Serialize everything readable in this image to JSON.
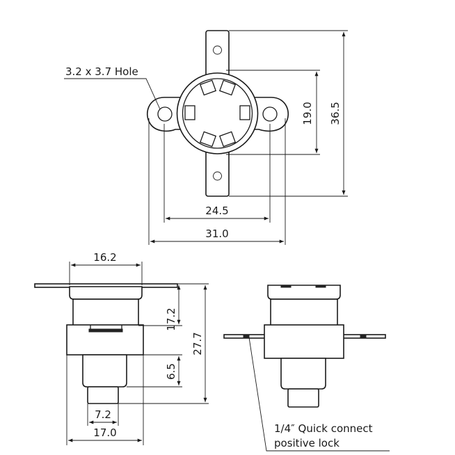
{
  "labels": {
    "hole": "3.2 x 3.7 Hole",
    "inner_height": "19.0",
    "total_height": "36.5",
    "hole_spacing": "24.5",
    "flange_width": "31.0",
    "cap_width": "16.2",
    "upper_height": "17.2",
    "overall_height": "27.7",
    "lower_height": "6.5",
    "stem_width": "7.2",
    "base_width": "17.0",
    "connector_line1": "1/4″  Quick connect",
    "connector_line2": "positive lock"
  }
}
